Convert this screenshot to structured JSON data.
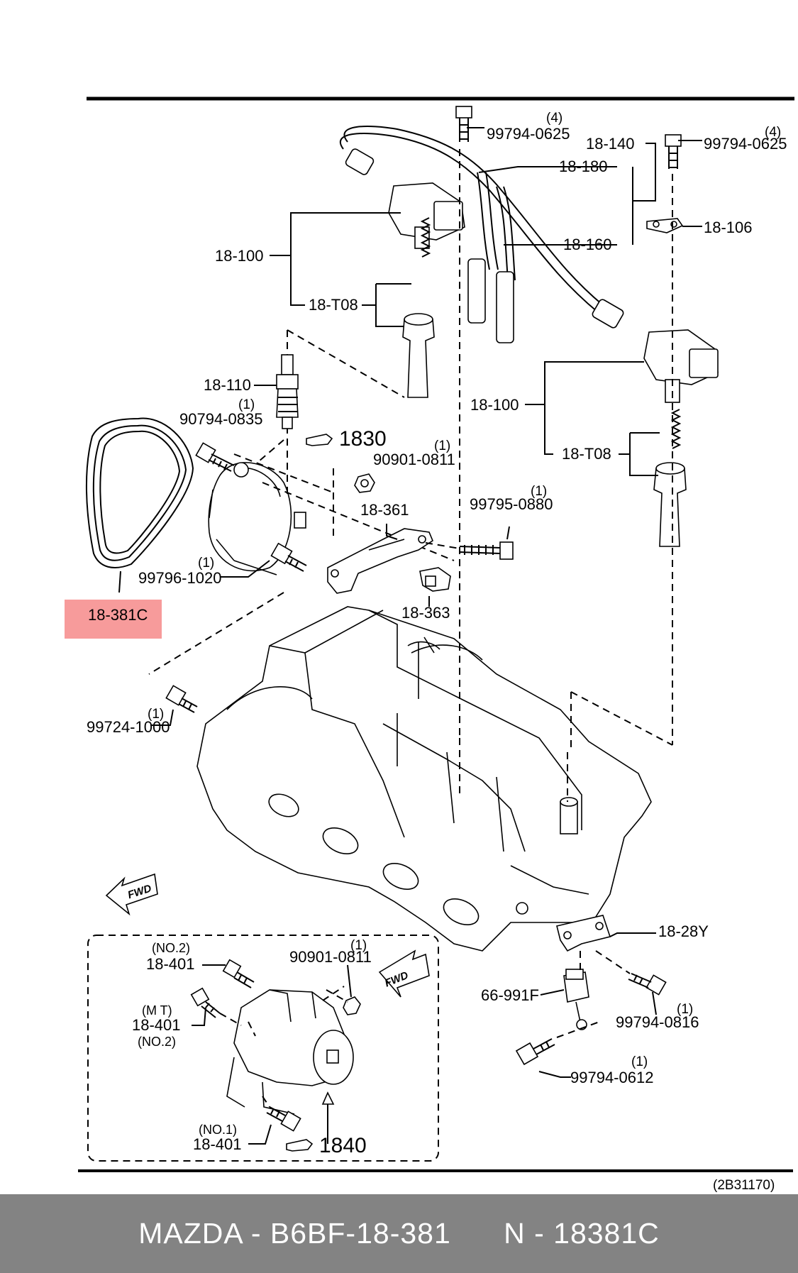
{
  "labels": {
    "p_99794_0625_a": "99794-0625",
    "p_99794_0625_a_qty": "(4)",
    "p_99794_0625_b": "99794-0625",
    "p_99794_0625_b_qty": "(4)",
    "p_18_140": "18-140",
    "p_18_180": "18-180",
    "p_18_106": "18-106",
    "p_18_160": "18-160",
    "p_18_100_a": "18-100",
    "p_18_t08_a": "18-T08",
    "p_18_100_b": "18-100",
    "p_18_t08_b": "18-T08",
    "p_18_110": "18-110",
    "p_90794_0835": "90794-0835",
    "p_90794_0835_qty": "(1)",
    "ref_1830": "1830",
    "p_90901_0811_a": "90901-0811",
    "p_90901_0811_a_qty": "(1)",
    "p_18_361": "18-361",
    "p_99795_0880": "99795-0880",
    "p_99795_0880_qty": "(1)",
    "p_99796_1020": "99796-1020",
    "p_99796_1020_qty": "(1)",
    "p_18_363": "18-363",
    "p_18_381c": "18-381C",
    "p_99724_1000": "99724-1000",
    "p_99724_1000_qty": "(1)",
    "fwd_a": "FWD",
    "fwd_b": "FWD",
    "p_18_28y": "18-28Y",
    "p_66_991f": "66-991F",
    "p_99794_0816": "99794-0816",
    "p_99794_0816_qty": "(1)",
    "p_99794_0612": "99794-0612",
    "p_99794_0612_qty": "(1)",
    "p_18_401_top_note": "(NO.2)",
    "p_18_401_top": "18-401",
    "p_90901_0811_b": "90901-0811",
    "p_90901_0811_b_qty": "(1)",
    "p_18_401_mid_note1": "(M T)",
    "p_18_401_mid": "18-401",
    "p_18_401_mid_note2": "(NO.2)",
    "p_18_401_bot_note": "(NO.1)",
    "p_18_401_bot": "18-401",
    "ref_1840": "1840",
    "diagram_code": "(2B31170)"
  },
  "highlight": {
    "part": "18-381C",
    "color": "#f79b9b"
  },
  "footer": {
    "text": "MAZDA - B6BF-18-381      N - 18381C",
    "background": "#838383"
  }
}
